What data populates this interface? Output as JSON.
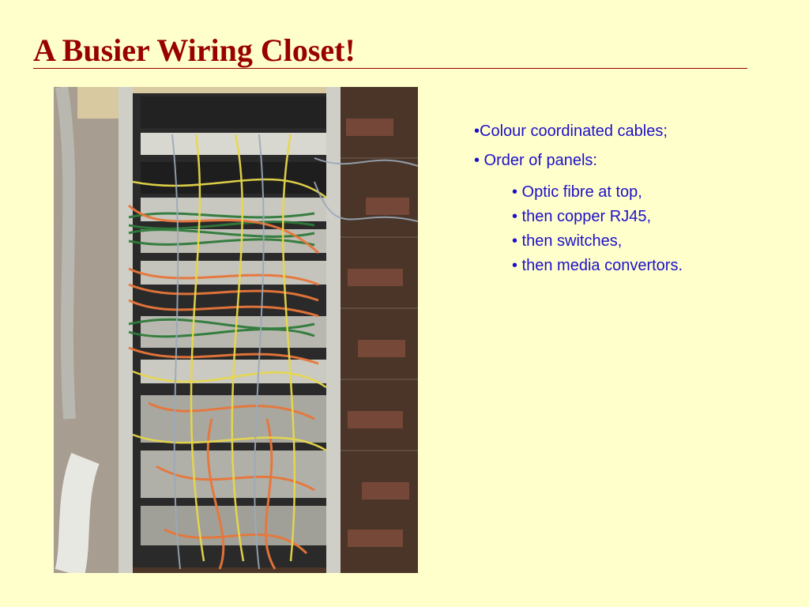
{
  "slide": {
    "title": "A Busier Wiring Closet!",
    "bullets": [
      "•Colour coordinated cables;",
      "• Order of panels:"
    ],
    "sub_bullets": [
      "• Optic fibre at top,",
      "• then copper RJ45,",
      "• then switches,",
      "• then media convertors."
    ]
  },
  "colors": {
    "background": "#FFFFCC",
    "title": "#990000",
    "body_text": "#1E10C8"
  }
}
